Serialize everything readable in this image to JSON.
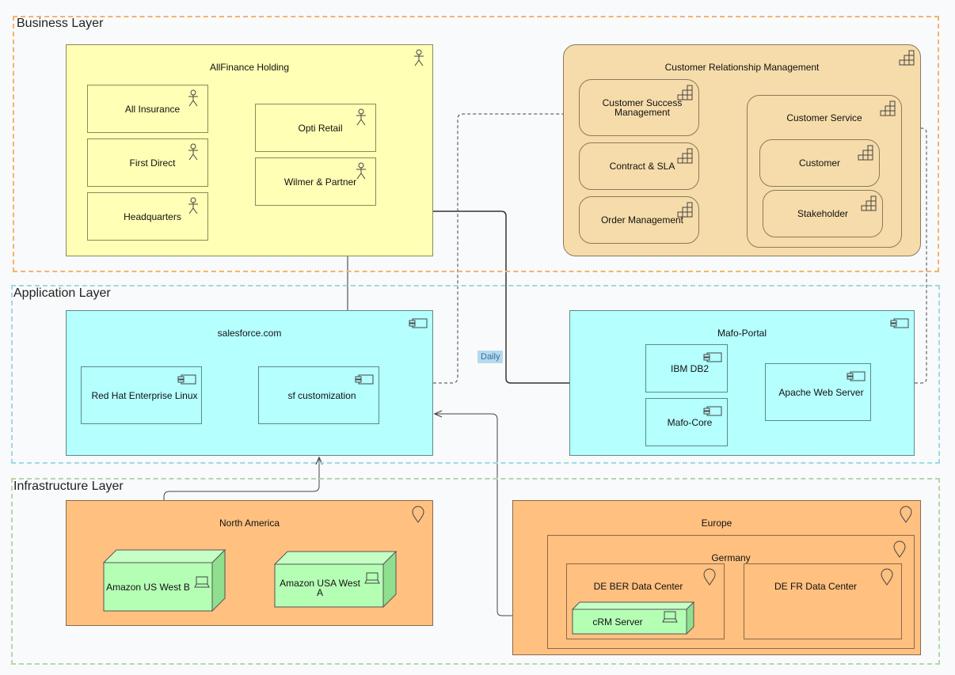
{
  "layers": {
    "business": "Business Layer",
    "application": "Application Layer",
    "infrastructure": "Infrastructure Layer"
  },
  "business": {
    "allfinance": {
      "title": "AllFinance Holding",
      "actors": [
        "All Insurance",
        "First Direct",
        "Headquarters",
        "Opti Retail",
        "Wilmer & Partner"
      ]
    },
    "crm": {
      "title": "Customer Relationship Management",
      "functions": [
        "Customer Success Management",
        "Contract & SLA",
        "Order Management"
      ],
      "customer_service": {
        "title": "Customer Service",
        "items": [
          "Customer",
          "Stakeholder"
        ]
      }
    }
  },
  "application": {
    "salesforce": {
      "title": "salesforce.com",
      "components": [
        "Red Hat Enterprise Linux",
        "sf customization"
      ]
    },
    "mafo": {
      "title": "Mafo-Portal",
      "components": [
        "IBM DB2",
        "Mafo-Core",
        "Apache Web Server"
      ]
    },
    "flow_label": "Daily"
  },
  "infrastructure": {
    "north_america": {
      "title": "North America",
      "nodes": [
        "Amazon US West B",
        "Amazon USA West A"
      ]
    },
    "europe": {
      "title": "Europe",
      "germany": {
        "title": "Germany",
        "dc_ber": "DE BER Data Center",
        "dc_fr": "DE FR Data Center",
        "server": "cRM Server"
      }
    }
  },
  "colors": {
    "business_layer_border": "#f6b26b",
    "application_layer_border": "#9fd9e6",
    "infrastructure_layer_border": "#b6d7a8",
    "actor_fill": "#ffffb5",
    "crm_fill": "#f6dcaa",
    "app_fill": "#b5ffff",
    "location_fill": "#ffc080",
    "node_fill": "#b5ffb5"
  },
  "icons": {
    "actor": "actor-icon",
    "function": "function-icon",
    "component": "component-icon",
    "location": "location-pin-icon",
    "device": "device-icon"
  }
}
